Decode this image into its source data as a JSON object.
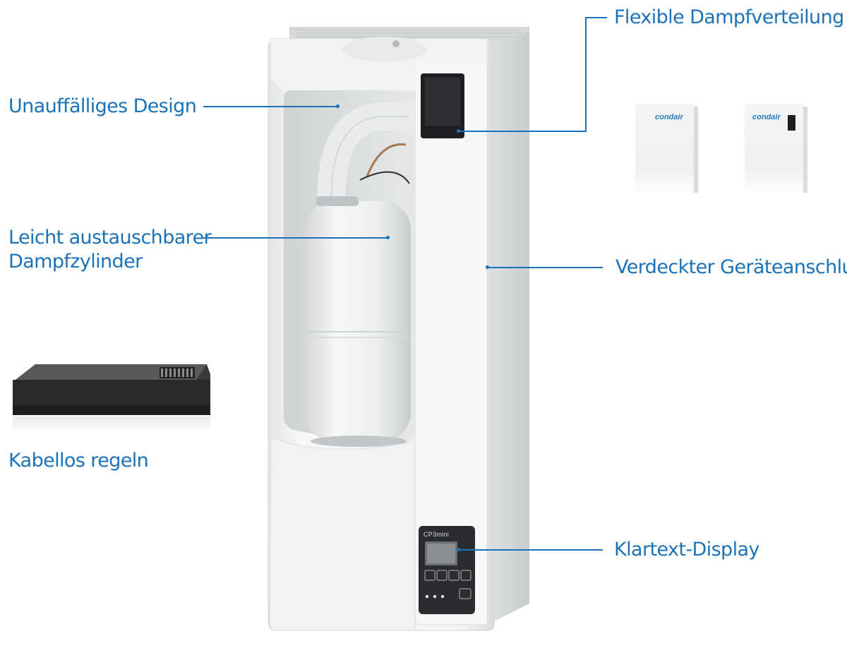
{
  "callouts": {
    "flexible_steam": "Flexible Dampfverteilung",
    "design": "Unauffälliges Design",
    "cylinder_line1": "Leicht austauschbarer",
    "cylinder_line2": "Dampfzylinder",
    "connection": "Verdeckter Geräteanschluss",
    "wireless": "Kabellos regeln",
    "display": "Klartext-Display"
  },
  "product": {
    "brand": "condair",
    "model": "CP3mini"
  },
  "colors": {
    "accent": "#1b72b8",
    "background": "#ffffff",
    "unit_body": "#f3f4f4",
    "display_panel": "#2b2c30"
  }
}
